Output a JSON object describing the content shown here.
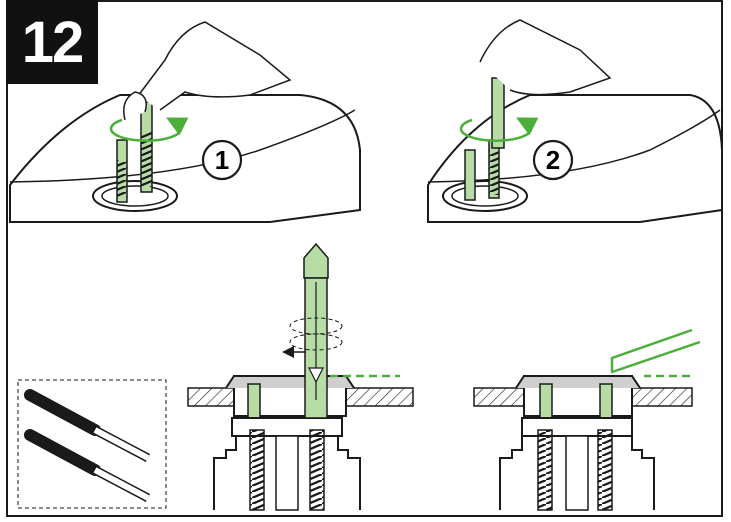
{
  "step_number": "12",
  "sub_steps": [
    {
      "label": "1"
    },
    {
      "label": "2"
    }
  ],
  "colors": {
    "accent": "#4caf3a",
    "accent_fill": "#b7dca5",
    "ink": "#1a1a1a",
    "frame": "#1a1a1a"
  },
  "icons": [
    "rotate-arrow-icon",
    "direction-arrow-icon",
    "screwdriver-icon",
    "threaded-rod-icon"
  ]
}
